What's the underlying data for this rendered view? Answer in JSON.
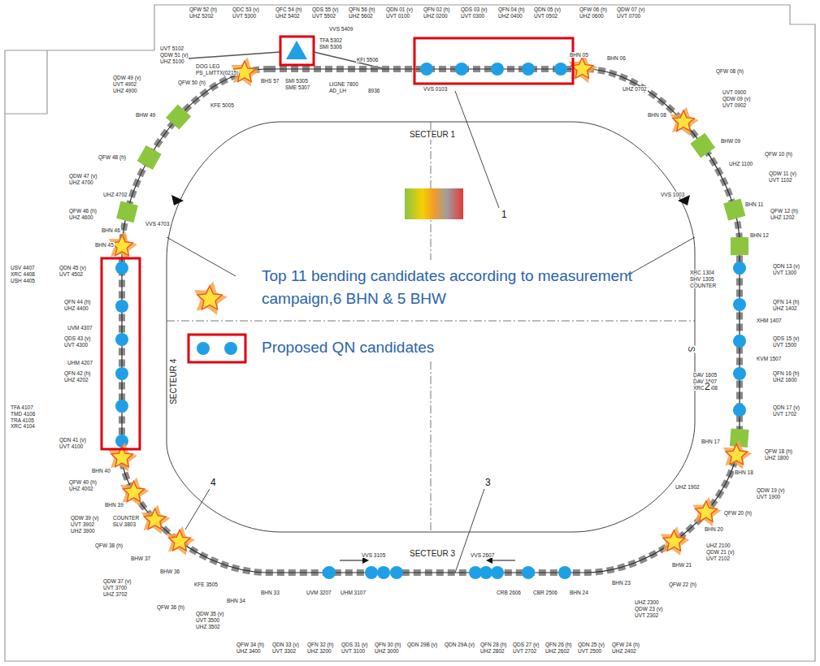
{
  "diagram": {
    "labels": [
      "QFW 52 (h)",
      "UHZ 5202",
      "QDC 53 (v)",
      "UVT 5300",
      "QFC 54 (h)",
      "UHZ 5402",
      "QDS 55 (v)",
      "UVT 5502",
      "QFN 56 (h)",
      "UHZ 5602",
      "QDN 01 (v)",
      "UVT 0100",
      "QFN 02 (h)",
      "UHZ 0200",
      "QDS 03 (v)",
      "UVT 0300",
      "QFN 04 (h)",
      "UHZ 0400",
      "QDN 05 (v)",
      "UVT 0502",
      "QFW 06 (h)",
      "UHZ 0600",
      "QDW 07 (v)",
      "UVT 0700",
      "UVT 5102",
      "QDW 51 (v)",
      "UHZ 5100",
      "DOG LEG",
      "PS_LMTTX(0215)",
      "BHS 57",
      "TFA 5302",
      "SMI 5306",
      "SMI 5305",
      "SME 5307",
      "LIGNE 7800",
      "AD_LH",
      "8936",
      "KFI 5506",
      "VVS 5409",
      "VVS 0103",
      "BHN 05",
      "BHN 06",
      "UHZ 0702",
      "QFW 08 (h)",
      "UVT 0900",
      "QDW 09 (v)",
      "UVT 0902",
      "BHN 08",
      "BHW 09",
      "UHZ 1100",
      "QFW 10 (h)",
      "QDW 11 (v)",
      "UVT 1102",
      "VVS 1003",
      "BHN 11",
      "QFW 12 (h)",
      "UHZ 1202",
      "BHN 12",
      "QDN 13 (v)",
      "UVT 1300",
      "XRC 1304",
      "SHV 1305",
      "COUNTER",
      "QFN 14 (h)",
      "UHZ 1402",
      "XHM 1407",
      "QDS 15 (v)",
      "UVT 1500",
      "KVM 1507",
      "QFN 16 (h)",
      "UHZ 1600",
      "DAV 1605",
      "DAV 1607",
      "XRC 1608",
      "QDN 17 (v)",
      "UVT 1702",
      "BHN 17",
      "QFW 18 (h)",
      "UHZ 1800",
      "BHN 18",
      "QDW 19 (v)",
      "UVT 1900",
      "UHZ 1902",
      "QFW 20 (h)",
      "BHN 20",
      "UHZ 2100",
      "QDW 21 (v)",
      "UVT 2102",
      "BHW 21",
      "QFW 22 (h)",
      "UHZ 2300",
      "QDW 23 (v)",
      "UVT 2302",
      "BHN 23",
      "BHN 24",
      "CBR 2506",
      "CRB 2606",
      "VVS 2607",
      "VVS 3105",
      "UHM 3107",
      "UVM 3207",
      "BHN 33",
      "BHN 34",
      "KFE 3505",
      "QDW 35 (v)",
      "UVT 3500",
      "UHZ 3502",
      "QFW 36 (h)",
      "BHW 36",
      "QDW 37 (v)",
      "UVT 3700",
      "UHZ 3702",
      "BHW 37",
      "QFW 38 (h)",
      "COUNTER",
      "SLV 3803",
      "QDW 39 (v)",
      "UVT 3902",
      "UHZ 3900",
      "BHN 39",
      "QFW 40 (h)",
      "UHZ 4002",
      "BHN 40",
      "QDN 41 (v)",
      "UVT 4100",
      "TFA 4107",
      "TMD 4106",
      "TRA 4105",
      "XRC 4104",
      "QFN 42 (h)",
      "UHZ 4202",
      "UHM 4207",
      "QDS 43 (v)",
      "UVT 4300",
      "UVM 4307",
      "QFN 44 (h)",
      "UHZ 4400",
      "USV 4407",
      "XRC 4408",
      "USH 4405",
      "QDN 45 (v)",
      "UVT 4502",
      "BHN 45",
      "BHN 46",
      "QFW 46 (h)",
      "UHZ 4600",
      "VVS 4703",
      "UHZ 4702",
      "QDW 47 (v)",
      "UHZ 4700",
      "QFW 48 (h)",
      "BHW 49",
      "QDW 49 (v)",
      "UVT 4902",
      "UHZ 4900",
      "QFW 50 (h)",
      "KFE 5005",
      "SECTEUR 1",
      "SECTEUR 3",
      "SECTEUR 4",
      "S",
      "1",
      "2",
      "3",
      "4",
      "QFW 34 (h)",
      "UHZ 3400",
      "QDN 33 (v)",
      "UVT 3302",
      "QFN 32 (h)",
      "UHZ 3200",
      "QDS 31 (v)",
      "UVT 3100",
      "QFN 30 (h)",
      "UHZ 3000",
      "QDN 29B (v)",
      "QDN 29A (v)",
      "QFN 28 (h)",
      "UHZ 2802",
      "QDS 27 (v)",
      "UVT 2702",
      "QFN 26 (h)",
      "UHZ 2602",
      "QDN 25 (v)",
      "UVT 2500",
      "QFW 24 (h)",
      "UHZ 2402"
    ],
    "legend": [
      {
        "text": "Top 11 bending candidates according to measurement campaign,6 BHN & 5 BHW"
      },
      {
        "text": "Proposed QN candidates"
      }
    ]
  }
}
